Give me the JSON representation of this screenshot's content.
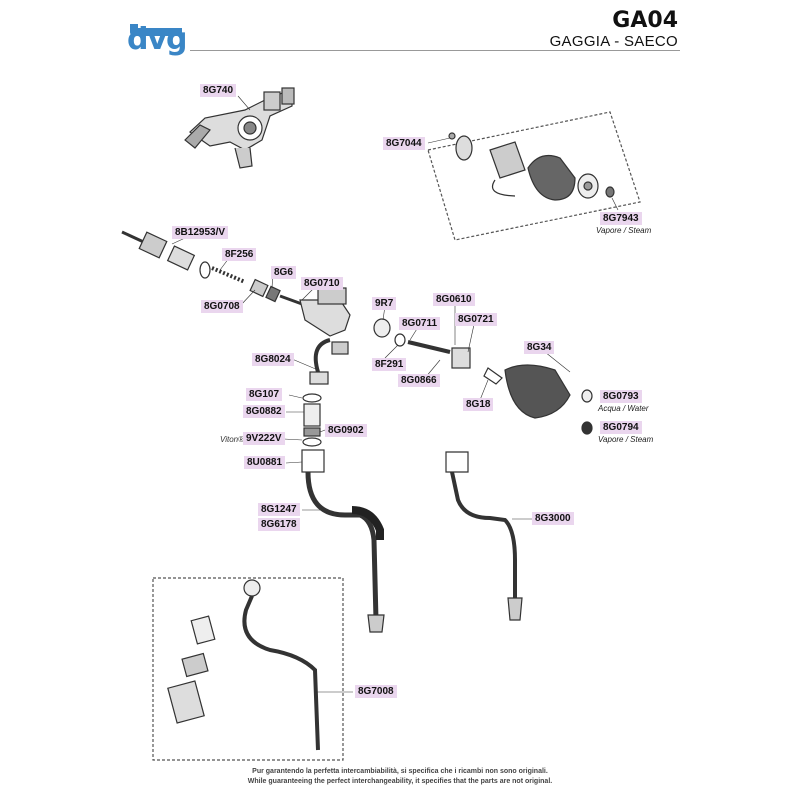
{
  "header": {
    "logo_text": "dvg",
    "code": "GA04",
    "brand": "GAGGIA - SAECO"
  },
  "labels": {
    "p8G740": "8G740",
    "p8G7044": "8G7044",
    "p8G7943": "8G7943",
    "p8B12953V": "8B12953/V",
    "p8F256": "8F256",
    "p8G6": "8G6",
    "p8G0710": "8G0710",
    "p8G0708": "8G0708",
    "p9R7": "9R7",
    "p8G0610": "8G0610",
    "p8G0711": "8G0711",
    "p8G0721": "8G0721",
    "p8F291": "8F291",
    "p8G0866": "8G0866",
    "p8G8024": "8G8024",
    "p8G34": "8G34",
    "p8G18": "8G18",
    "p8G0793": "8G0793",
    "p8G0794": "8G0794",
    "p8G107": "8G107",
    "p8G0882": "8G0882",
    "p8G0902": "8G0902",
    "p9V222V": "9V222V",
    "p8U0881": "8U0881",
    "p8G1247": "8G1247",
    "p8G6178": "8G6178",
    "p8G3000": "8G3000",
    "p8G7008": "8G7008"
  },
  "captions": {
    "steam_1": "Vapore / Steam",
    "water": "Acqua / Water",
    "steam_2": "Vapore / Steam",
    "viton": "Viton®"
  },
  "footer": {
    "line1": "Pur garantendo la perfetta intercambiabilità, si specifica che i ricambi non sono originali.",
    "line2": "While guaranteeing the perfect interchangeability, it specifies that the parts are not original."
  }
}
